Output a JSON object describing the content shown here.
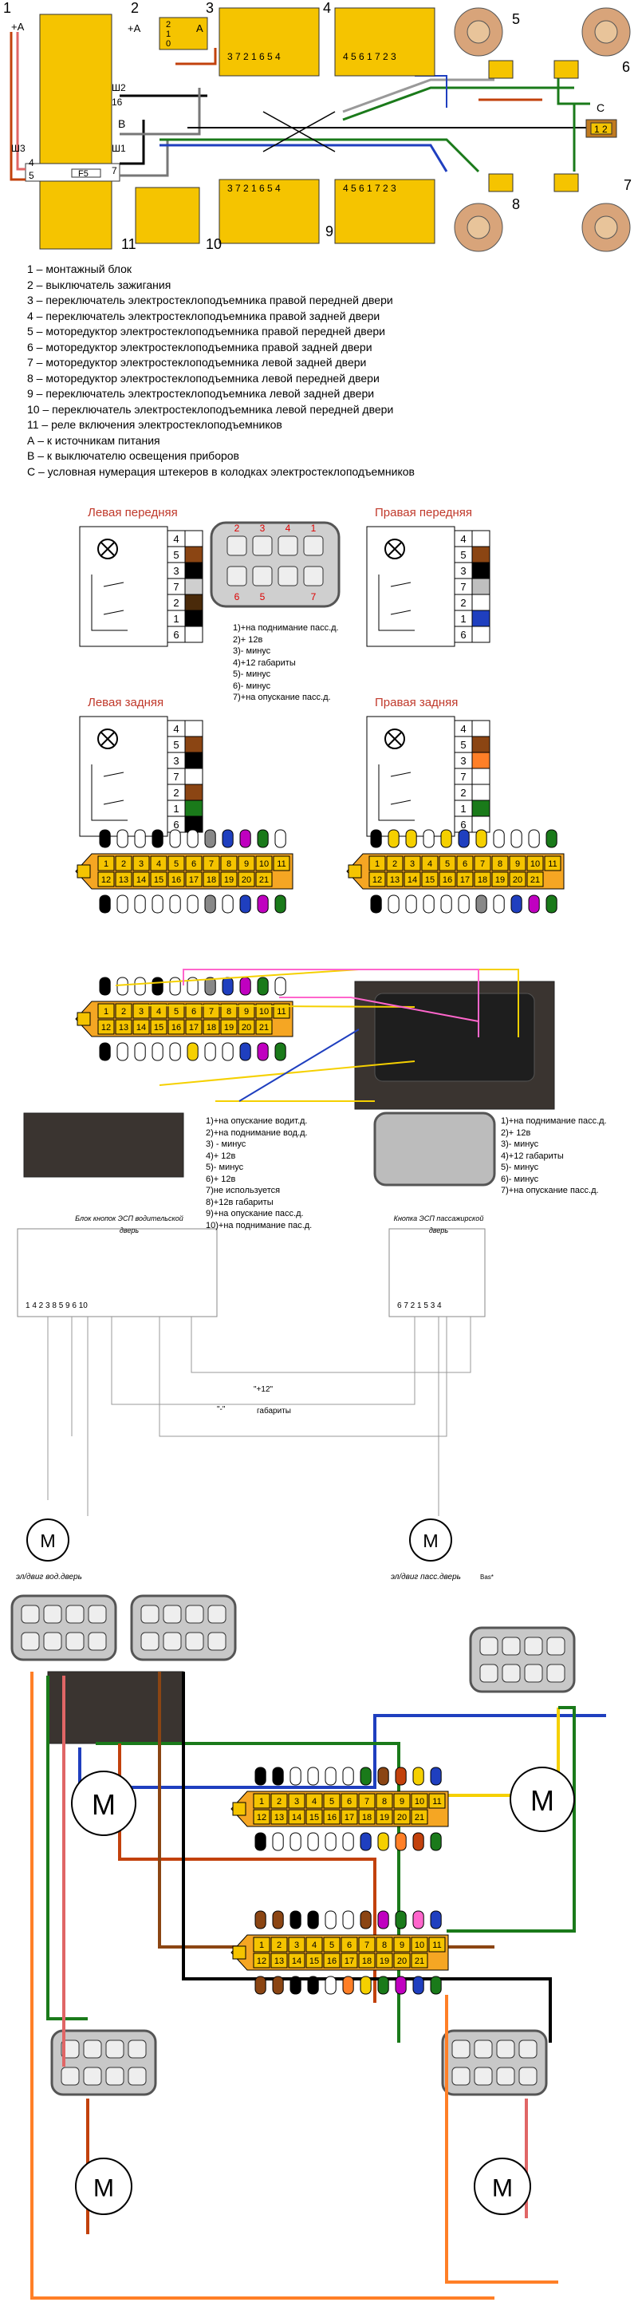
{
  "top_schematic": {
    "labels": {
      "n1": "1",
      "n2": "2",
      "n3": "3",
      "n4": "4",
      "n5": "5",
      "n6": "6",
      "n7": "7",
      "n8": "8",
      "n9": "9",
      "n10": "10",
      "n11": "11",
      "plus_a": "+А",
      "plus_a2": "+А",
      "a": "А",
      "b": "В",
      "sh2": "Ш2",
      "sh3": "Ш3",
      "sh1": "Ш1",
      "f5": "F5",
      "p16": "16",
      "p4": "4",
      "p5": "5",
      "p7": "7",
      "c": "С",
      "c_pins": "1 2",
      "switch_pins_a": "3 7 2 1 6 5 4",
      "switch_pins_b": "4 5 6 1 7 2 3",
      "switch_pins_c": "3 7 2 1 6 5 4",
      "switch_pins_d": "4 5 6 1 7 2 3",
      "ign_0": "0",
      "ign_1": "1",
      "ign_2": "2"
    }
  },
  "legend": [
    "1 – монтажный блок",
    "2 – выключатель зажигания",
    "3 – переключатель электростеклоподъемника правой передней двери",
    "4 – переключатель электростеклоподъемника правой задней двери",
    "5 – моторедуктор электростеклоподъемника правой передней двери",
    "6 – моторедуктор электростеклоподъемника правой задней двери",
    "7 – моторедуктор электростеклоподъемника левой задней двери",
    "8 – моторедуктор электростеклоподъемника левой передней двери",
    "9 – переключатель электростеклоподъемника левой задней двери",
    "10 – переключатель электростеклоподъемника левой передней двери",
    "11 – реле включения электростеклоподъемников",
    "А – к источникам питания",
    "В – к выключателю освещения приборов",
    "С – условная нумерация штекеров в колодках электростеклоподъемников"
  ],
  "switch_panels": {
    "front_left_title": "Левая передняя",
    "front_right_title": "Правая передняя",
    "rear_left_title": "Левая задняя",
    "rear_right_title": "Правая задняя",
    "pin_order": [
      "4",
      "5",
      "3",
      "7",
      "2",
      "1",
      "6"
    ],
    "fl_colors": [
      "#ffffff",
      "#8b4513",
      "#000000",
      "#cfcfcf",
      "#4a2a0a",
      "#000000",
      "#ffffff"
    ],
    "fr_colors": [
      "#ffffff",
      "#8b4513",
      "#000000",
      "#bfbfbf",
      "#ffffff",
      "#1f3fbf",
      "#ffffff"
    ],
    "rl_colors": [
      "#ffffff",
      "#8b4513",
      "#000000",
      "#ffffff",
      "#8b4513",
      "#1a7a1a",
      "#000000"
    ],
    "rr_colors": [
      "#ffffff",
      "#8b4513",
      "#ff7f27",
      "#ffffff",
      "#ffffff",
      "#1a7a1a",
      "#ffffff"
    ],
    "connector_labels": [
      "2",
      "3",
      "4",
      "1",
      "6",
      "5",
      "7"
    ],
    "notes_front": [
      "1)+на поднимание пасс.д.",
      "2)+ 12в",
      "3)- минус",
      "4)+12 габариты",
      "5)- минус",
      "6)- минус",
      "7)+на опускание пасс.д."
    ]
  },
  "connectors_21": {
    "top_row": [
      "1",
      "2",
      "3",
      "4",
      "5",
      "6",
      "7",
      "8",
      "9",
      "10",
      "11"
    ],
    "bottom_row": [
      "12",
      "13",
      "14",
      "15",
      "16",
      "17",
      "18",
      "19",
      "20",
      "21"
    ]
  },
  "wiring_middle": {
    "notes_driver": [
      "1)+на опускание водит.д.",
      "2)+на поднимание вод.д.",
      "3) - минус",
      "4)+ 12в",
      "5)- минус",
      "6)+ 12в",
      "7)не используется",
      "8)+12в габариты",
      "9)+на опускание пасс.д.",
      "10)+на поднимание пас.д."
    ],
    "notes_passenger": [
      "1)+на поднимание пасс.д.",
      "2)+ 12в",
      "3)- минус",
      "4)+12 габариты",
      "5)- минус",
      "6)- минус",
      "7)+на опускание пасс.д."
    ],
    "driver_block_title": "Блок кнопок ЭСП водительской дверь",
    "passenger_block_title": "Кнопка ЭСП пассажирской дверь",
    "driver_pins": "1 4 2 3    8    5 9 6 10",
    "passenger_pins": "6 7 2 1 5 3 4",
    "minus_label": "\"-\"",
    "plus12_label": "\"+12\"",
    "gabarity_label": "габариты",
    "motor_left": "эл/двиг вод.дверь",
    "motor_right": "эл/двиг пасс.дверь",
    "motor_symbol": "M",
    "signature": "Bas*"
  },
  "bottom_wiring": {
    "motor_symbol": "M"
  }
}
